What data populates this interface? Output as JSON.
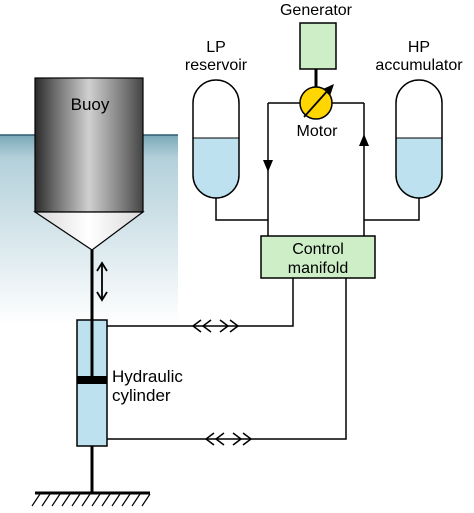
{
  "labels": {
    "buoy": "Buoy",
    "generator": "Generator",
    "lp_line1": "LP",
    "lp_line2": "reservoir",
    "hp_line1": "HP",
    "hp_line2": "accumulator",
    "motor": "Motor",
    "control_line1": "Control",
    "control_line2": "manifold",
    "cylinder_line1": "Hydraulic",
    "cylinder_line2": "cylinder"
  },
  "colors": {
    "component_fill": "#cdeec6",
    "fluid_fill": "#bde1ef",
    "motor_fill": "#ffd600",
    "line": "#000000"
  }
}
